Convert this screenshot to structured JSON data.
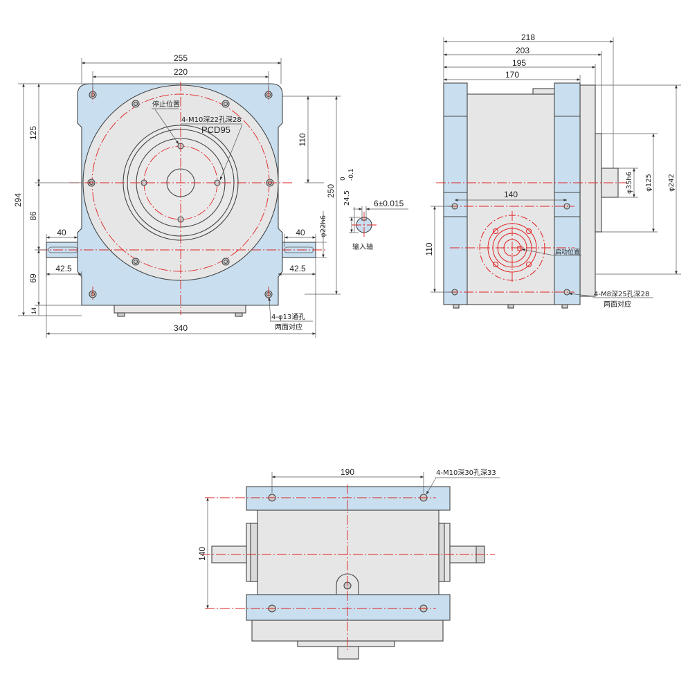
{
  "colors": {
    "housing_blue": "#c9dff0",
    "housing_gray": "#e6e6e6",
    "outline": "#444444",
    "center_line_red": "#e02020",
    "background": "#ffffff"
  },
  "front_view": {
    "dims": {
      "width_255": "255",
      "width_220": "220",
      "height_294": "294",
      "height_125": "125",
      "height_86": "86",
      "height_69": "69",
      "height_14": "14",
      "height_110": "110",
      "height_250": "250",
      "shaft_40_left": "40",
      "shaft_40_right": "40",
      "shaft_425_left": "42.5",
      "shaft_425_right": "42.5",
      "base_340": "340",
      "shaft_dia": "φ22h6",
      "key_depth": "24.5",
      "key_depth_tol": "0",
      "key_depth_tol2": "-0.1",
      "key_width": "6±0.015"
    },
    "notes": {
      "stop_position": "停止位置",
      "tapped_holes": "4-M10深22孔深28",
      "pcd": "PCD95",
      "through_holes": "4-φ13通孔",
      "both_sides": "两面对应",
      "input_shaft": "输入轴"
    }
  },
  "side_view": {
    "dims": {
      "d218": "218",
      "d203": "203",
      "d195": "195",
      "d170": "170",
      "d140": "140",
      "d110": "110",
      "phi35": "φ35h6",
      "phi125": "φ125",
      "phi242": "φ242"
    },
    "notes": {
      "start_position": "启动位置",
      "tapped_holes": "4-M8深25孔深28",
      "both_sides": "两面对应"
    }
  },
  "bottom_view": {
    "dims": {
      "d190": "190",
      "d140": "140"
    },
    "notes": {
      "tapped_holes": "4-M10深30孔深33"
    }
  }
}
